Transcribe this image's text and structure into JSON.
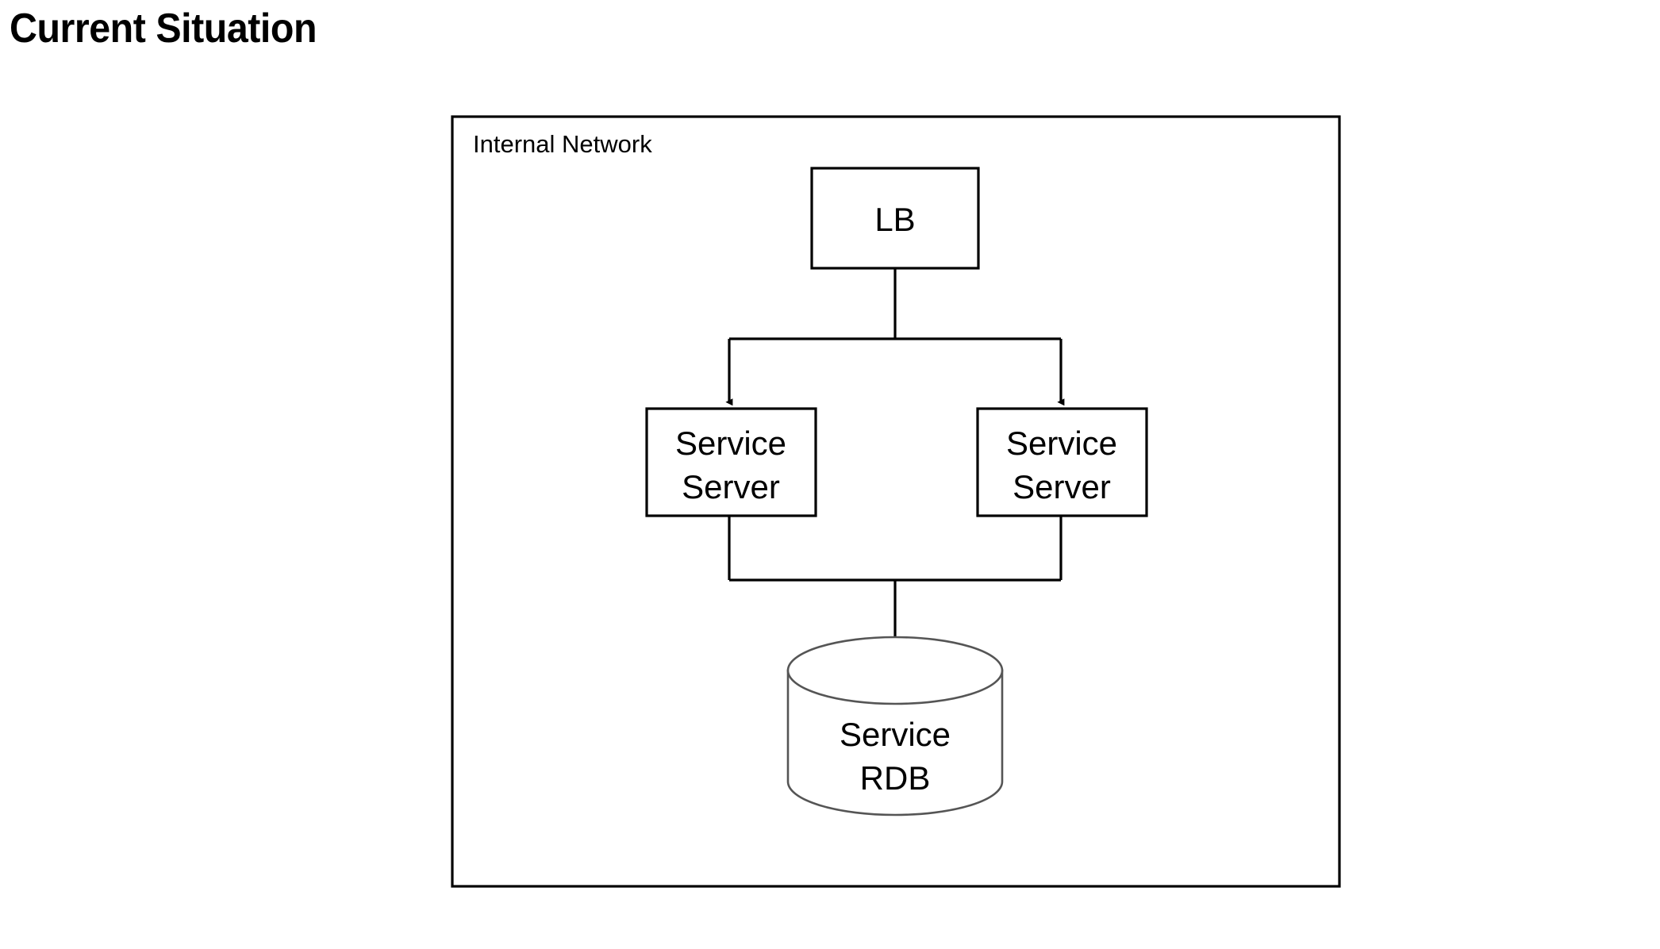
{
  "page": {
    "title": "Current Situation",
    "background_color": "#ffffff"
  },
  "diagram": {
    "type": "architecture-block-diagram",
    "boundary": {
      "label": "Internal Network",
      "stroke_color": "#000000",
      "fill_color": "#ffffff"
    },
    "nodes": [
      {
        "id": "lb",
        "label": "LB",
        "shape": "rectangle",
        "stroke_color": "#000000",
        "fill_color": "#ffffff"
      },
      {
        "id": "service-server-left",
        "label_line1": "Service",
        "label_line2": "Server",
        "shape": "rectangle",
        "stroke_color": "#000000",
        "fill_color": "#ffffff"
      },
      {
        "id": "service-server-right",
        "label_line1": "Service",
        "label_line2": "Server",
        "shape": "rectangle",
        "stroke_color": "#000000",
        "fill_color": "#ffffff"
      },
      {
        "id": "service-rdb",
        "label_line1": "Service",
        "label_line2": "RDB",
        "shape": "cylinder",
        "stroke_color": "#555555",
        "fill_color": "#ffffff"
      }
    ],
    "edges": [
      {
        "id": "lb-to-servers",
        "from": "lb",
        "to": [
          "service-server-left",
          "service-server-right"
        ],
        "style": "orthogonal-split",
        "arrowheads": 2,
        "stroke_color": "#000000"
      },
      {
        "id": "servers-to-rdb",
        "from": [
          "service-server-left",
          "service-server-right"
        ],
        "to": "service-rdb",
        "style": "orthogonal-merge",
        "arrowheads": 1,
        "stroke_color": "#000000"
      }
    ]
  }
}
